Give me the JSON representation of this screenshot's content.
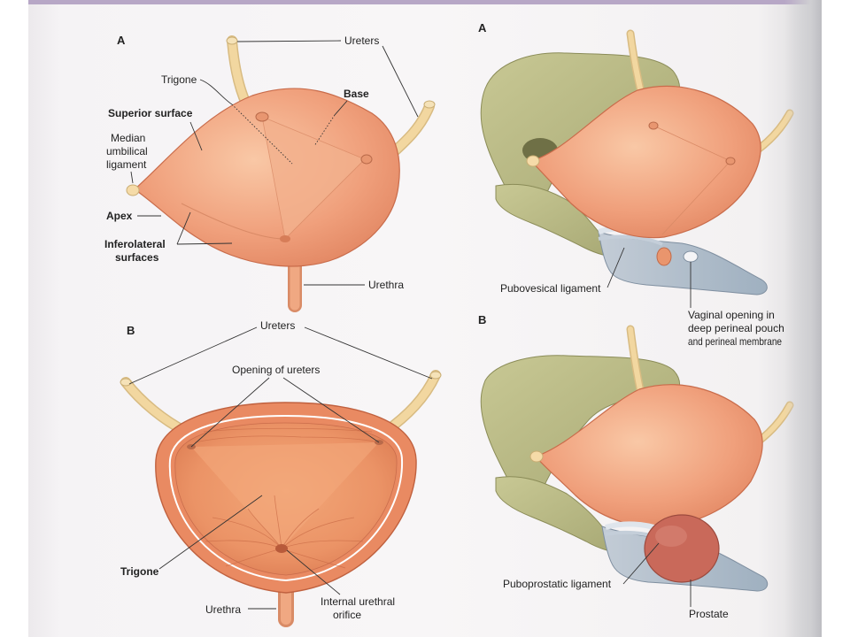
{
  "panels": {
    "top_left": "A",
    "top_right": "A",
    "bottom_left": "B",
    "bottom_right": "B"
  },
  "labels": {
    "ureters_top": "Ureters",
    "trigone_top": "Trigone",
    "base": "Base",
    "superior_surface": "Superior surface",
    "median_umbilical_1": "Median",
    "median_umbilical_2": "umbilical",
    "median_umbilical_3": "ligament",
    "apex": "Apex",
    "inferolateral_1": "Inferolateral",
    "inferolateral_2": "surfaces",
    "urethra_top": "Urethra",
    "ureters_bottom": "Ureters",
    "opening_of_ureters": "Opening of ureters",
    "trigone_bottom": "Trigone",
    "urethra_bottom": "Urethra",
    "internal_orifice_1": "Internal urethral",
    "internal_orifice_2": "orifice",
    "pubovesical_ligament": "Pubovesical ligament",
    "vaginal_opening_1": "Vaginal opening in",
    "vaginal_opening_2": "deep perineal pouch",
    "vaginal_opening_3": "and perineal membrane",
    "puboprostatic_ligament": "Puboprostatic ligament",
    "prostate": "Prostate"
  },
  "colors": {
    "bladder": "#f0a07c",
    "bladder_light": "#f7c09e",
    "bladder_dark": "#e3805e",
    "ureter": "#f2d7a0",
    "pelvis_bone": "#bfc08a",
    "pelvis_bone_dark": "#9ea06a",
    "membrane": "#aab8c6",
    "prostate": "#c9695a"
  }
}
